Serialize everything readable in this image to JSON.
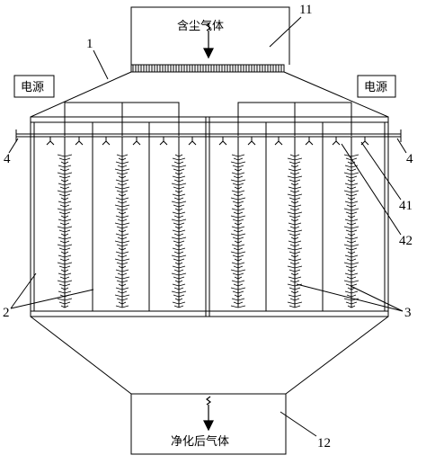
{
  "inlet": {
    "text": "含尘气体",
    "ref": "11"
  },
  "outlet": {
    "text": "净化后气体",
    "ref": "12"
  },
  "power": {
    "left": "电源",
    "right": "电源"
  },
  "refs": {
    "housing": "1",
    "plate": "2",
    "electrode": "3",
    "pipe_left": "4",
    "pipe_right": "4",
    "nozzle": "41",
    "spike": "42"
  },
  "units": {
    "count": 6
  }
}
